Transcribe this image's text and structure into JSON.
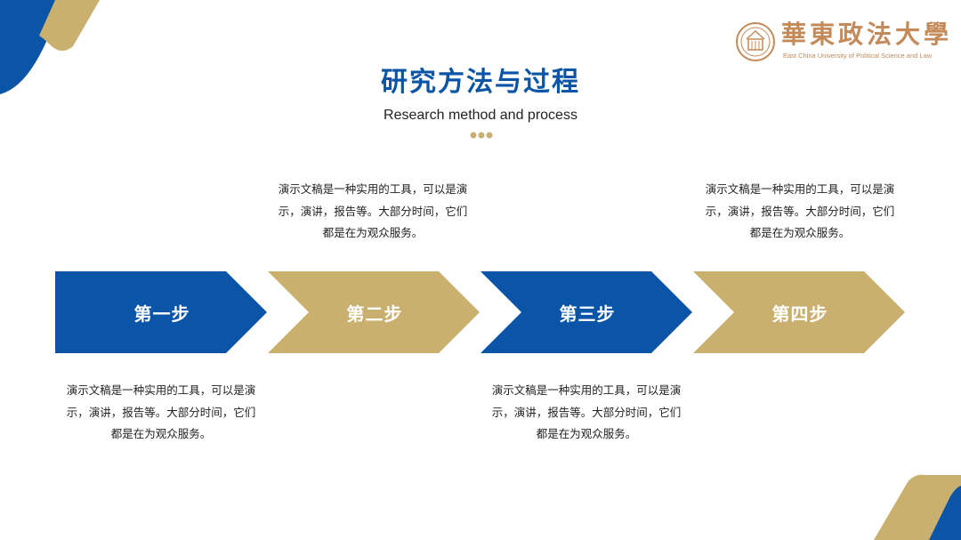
{
  "logo": {
    "name": "華東政法大學",
    "subtitle": "East China University of Political Science and Law"
  },
  "header": {
    "title": "研究方法与过程",
    "subtitle": "Research method and process"
  },
  "steps": [
    {
      "label": "第一步",
      "color": "#0b55a8"
    },
    {
      "label": "第二步",
      "color": "#c9b06e"
    },
    {
      "label": "第三步",
      "color": "#0b55a8"
    },
    {
      "label": "第四步",
      "color": "#c9b06e"
    }
  ],
  "descriptions": {
    "top": [
      {
        "line1": "演示文稿是一种实用的工具，可以是演",
        "line2": "示，演讲，报告等。大部分时间，它们",
        "line3": "都是在为观众服务。"
      },
      {
        "line1": "演示文稿是一种实用的工具，可以是演",
        "line2": "示，演讲，报告等。大部分时间，它们",
        "line3": "都是在为观众服务。"
      }
    ],
    "bottom": [
      {
        "line1": "演示文稿是一种实用的工具，可以是演",
        "line2": "示，演讲，报告等。大部分时间，它们",
        "line3": "都是在为观众服务。"
      },
      {
        "line1": "演示文稿是一种实用的工具，可以是演",
        "line2": "示，演讲，报告等。大部分时间，它们",
        "line3": "都是在为观众服务。"
      }
    ]
  },
  "colors": {
    "blue": "#0b55a8",
    "gold": "#c9b06e",
    "logo": "#c48a5a"
  }
}
